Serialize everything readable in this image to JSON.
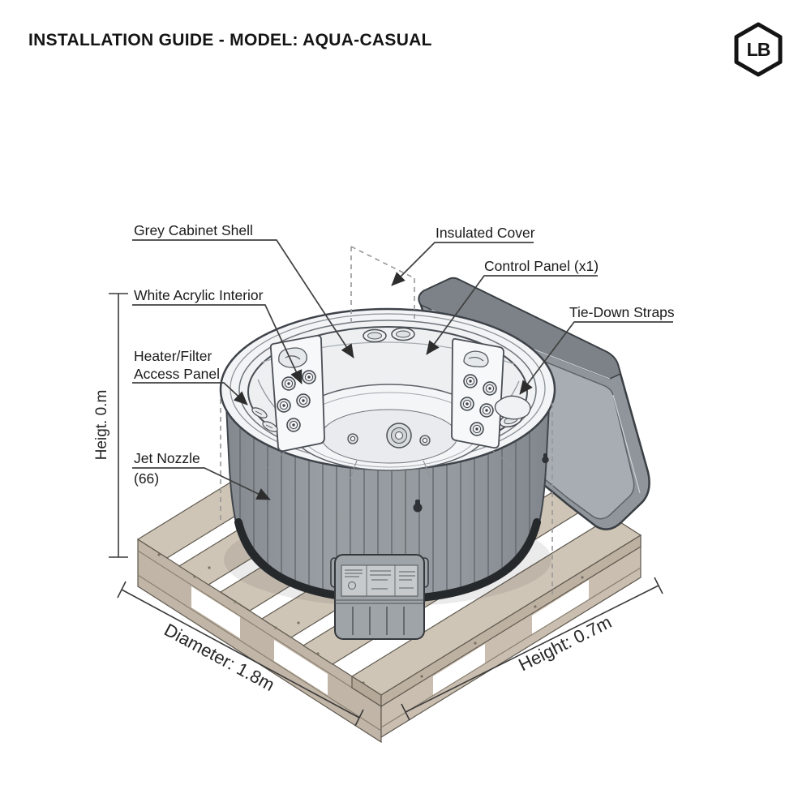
{
  "header": {
    "title": "INSTALLATION GUIDE - MODEL: AQUA-CASUAL",
    "logo_text": "LB"
  },
  "callouts": {
    "grey_cabinet_shell": "Grey Cabinet Shell",
    "insulated_cover": "Insulated Cover",
    "control_panel": "Control Panel (x1)",
    "tie_down_straps": "Tie-Down Straps",
    "white_acrylic_interior": "White Acrylic Interior",
    "heater_filter_line1": "Heater/Filter",
    "heater_filter_line2": "Access Panel",
    "jet_nozzle_line1": "Jet Nozzle",
    "jet_nozzle_line2": "(66)"
  },
  "dimensions": {
    "height_left": "Heigt. 0.m",
    "diameter_bottom": "Diameter: 1.8m",
    "height_bottom": "Height: 0.7m"
  },
  "colors": {
    "cabinet_grey": "#949a9e",
    "cover_grey": "#8f959a",
    "pallet_wood": "#cfc5b6",
    "interior_white": "#f3f4f5",
    "line_dark": "#3a3a3a"
  }
}
